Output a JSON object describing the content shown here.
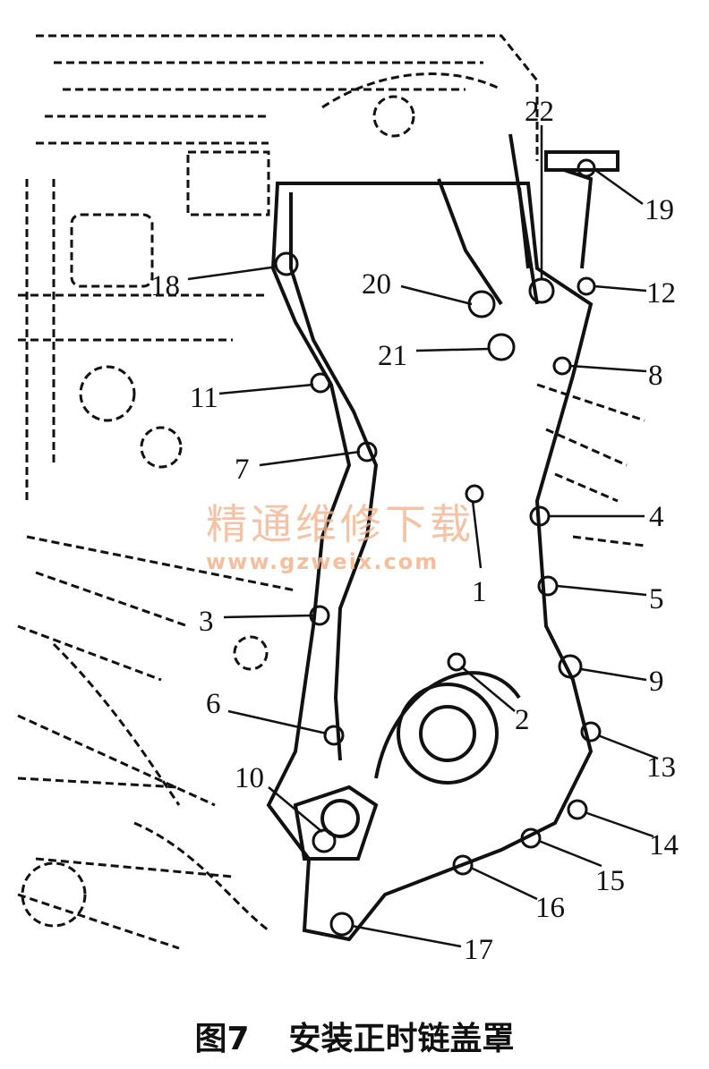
{
  "figure": {
    "watermark": {
      "text": "精通维修下载",
      "url": "www.gzweix.com"
    },
    "callouts": [
      "1",
      "2",
      "3",
      "4",
      "5",
      "6",
      "7",
      "8",
      "9",
      "10",
      "11",
      "12",
      "13",
      "14",
      "15",
      "16",
      "17",
      "18",
      "19",
      "20",
      "21",
      "22"
    ]
  },
  "caption": {
    "label": "图7",
    "title": "安装正时链盖罩"
  }
}
